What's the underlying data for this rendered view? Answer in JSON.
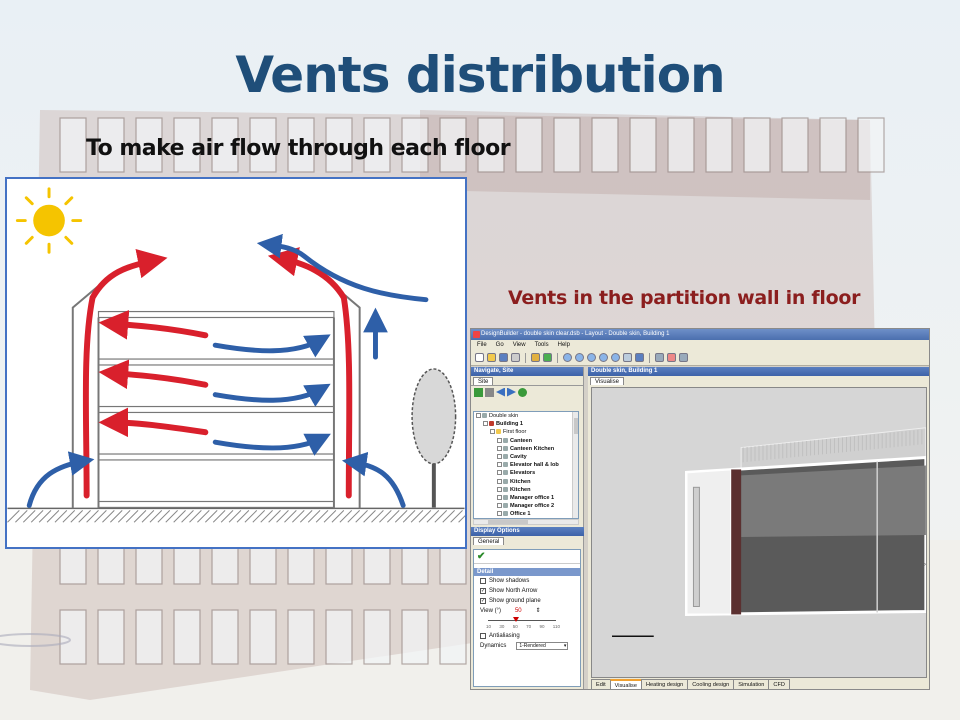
{
  "slide": {
    "title": "Vents distribution",
    "subtitle": "To make air flow through each floor",
    "caption": "Vents in the partition wall in floor"
  },
  "colors": {
    "title": "#1f4e79",
    "caption": "#8b1e1e",
    "warm_air": "#d9202c",
    "cool_air": "#2e5fa8",
    "sun": "#f5c400"
  },
  "app": {
    "title": "DesignBuilder - double skin clear.dsb - Layout - Double skin, Building 1",
    "menu": [
      "File",
      "Go",
      "View",
      "Tools",
      "Help"
    ],
    "navigate": {
      "header": "Navigate, Site",
      "tab": "Site",
      "tree": [
        {
          "label": "Double skin",
          "bold": false,
          "level": 0
        },
        {
          "label": "Building 1",
          "bold": true,
          "level": 1
        },
        {
          "label": "First floor",
          "bold": false,
          "level": 2
        },
        {
          "label": "Canteen",
          "bold": true,
          "level": 3
        },
        {
          "label": "Canteen Kitchen",
          "bold": true,
          "level": 3
        },
        {
          "label": "Cavity",
          "bold": true,
          "level": 3
        },
        {
          "label": "Elevator hall & lob",
          "bold": true,
          "level": 3
        },
        {
          "label": "Elevators",
          "bold": true,
          "level": 3
        },
        {
          "label": "Kitchen",
          "bold": true,
          "level": 3
        },
        {
          "label": "Kitchen",
          "bold": true,
          "level": 3
        },
        {
          "label": "Manager office 1",
          "bold": true,
          "level": 3
        },
        {
          "label": "Manager office 2",
          "bold": true,
          "level": 3
        },
        {
          "label": "Office 1",
          "bold": true,
          "level": 3
        }
      ]
    },
    "display_options": {
      "header": "Display Options",
      "tab": "General",
      "detail_label": "Detail",
      "options": [
        {
          "label": "Show shadows",
          "checked": false
        },
        {
          "label": "Show North Arrow",
          "checked": true
        },
        {
          "label": "Show ground plane",
          "checked": true
        }
      ],
      "view_label": "View (°)",
      "view_value": "50",
      "view_fraction": 0.4,
      "slider_ticks": [
        "10",
        "30",
        "50",
        "70",
        "90",
        "110"
      ],
      "antialiasing_label": "Antialiasing",
      "antialiasing_checked": false,
      "dynamics_label": "Dynamics",
      "dynamics_value": "1-Rendered"
    },
    "viewport": {
      "header": "Double skin, Building 1",
      "tab": "Visualise"
    },
    "bottom_tabs": [
      {
        "label": "Edit",
        "active": false
      },
      {
        "label": "Visualise",
        "active": true
      },
      {
        "label": "Heating design",
        "active": false
      },
      {
        "label": "Cooling design",
        "active": false
      },
      {
        "label": "Simulation",
        "active": false
      },
      {
        "label": "CFD",
        "active": false
      }
    ]
  }
}
